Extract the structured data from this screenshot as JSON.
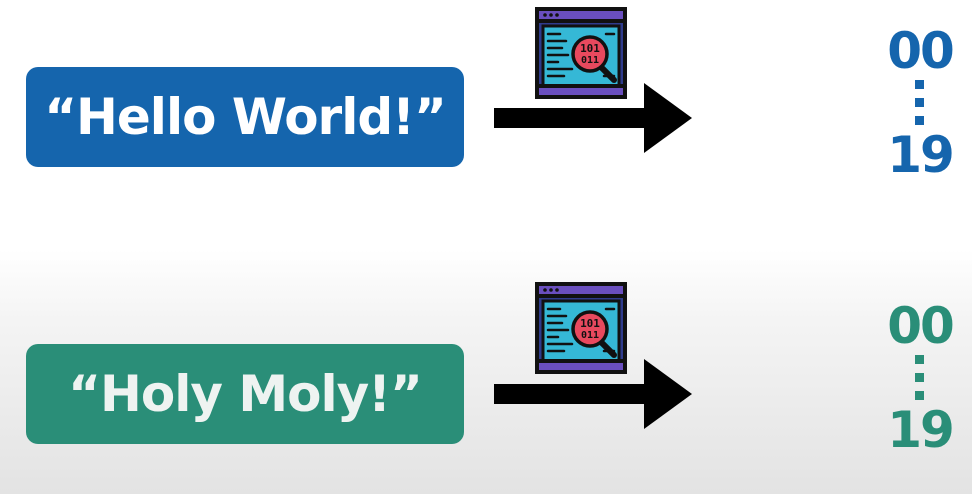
{
  "rows": [
    {
      "input_text": "“Hello World!”",
      "hash_top": "00",
      "hash_bottom": "19",
      "color": "#1565ad"
    },
    {
      "input_text": "“Holy Moly!”",
      "hash_top": "00",
      "hash_bottom": "19",
      "color": "#2a8e78"
    }
  ],
  "icons": {
    "function": "code-inspect-icon",
    "arrow": "right-arrow-icon"
  }
}
